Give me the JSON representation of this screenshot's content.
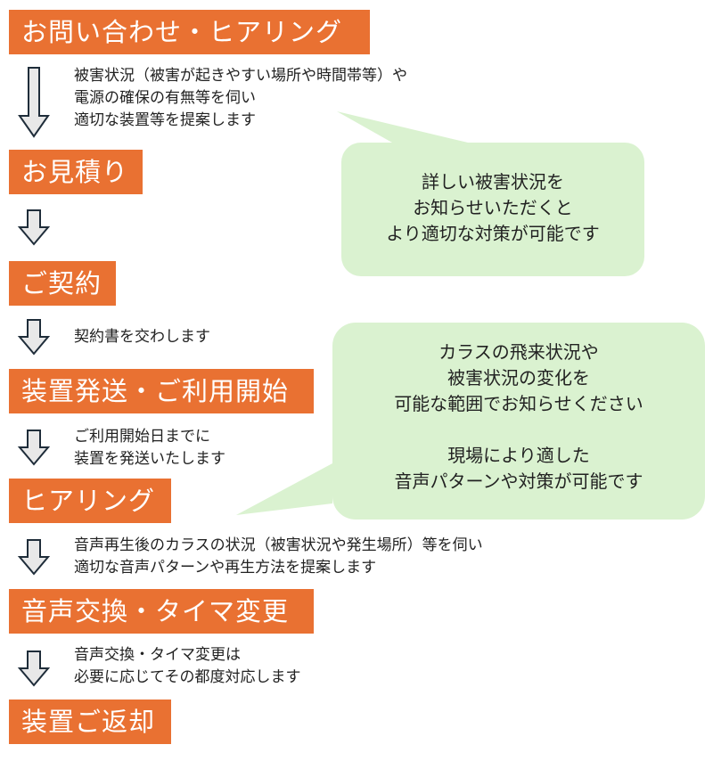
{
  "colors": {
    "step": "#e97132",
    "bubble": "#daf2d0",
    "arrow_stroke": "#1f2d3a",
    "arrow_fill": "#e8e8e8"
  },
  "steps": [
    {
      "label": "お問い合わせ・ヒアリング"
    },
    {
      "label": "お見積り"
    },
    {
      "label": "ご契約"
    },
    {
      "label": "装置発送・ご利用開始"
    },
    {
      "label": "ヒアリング"
    },
    {
      "label": "音声交換・タイマ変更"
    },
    {
      "label": "装置ご返却"
    }
  ],
  "descriptions": [
    {
      "lines": [
        "被害状況（被害が起きやすい場所や時間帯等）や",
        "電源の確保の有無等を伺い",
        "適切な装置等を提案します"
      ]
    },
    {
      "lines": [
        "契約書を交わします"
      ]
    },
    {
      "lines": [
        "ご利用開始日までに",
        "装置を発送いたします"
      ]
    },
    {
      "lines": [
        "音声再生後のカラスの状況（被害状況や発生場所）等を伺い",
        "適切な音声パターンや再生方法を提案します"
      ]
    },
    {
      "lines": [
        "音声交換・タイマ変更は",
        "必要に応じてその都度対応します"
      ]
    }
  ],
  "callouts": [
    {
      "lines": [
        "詳しい被害状況を",
        "お知らせいただくと",
        "より適切な対策が可能です"
      ]
    },
    {
      "lines": [
        "カラスの飛来状況や",
        "被害状況の変化を",
        "可能な範囲でお知らせください",
        "",
        "現場により適した",
        "音声パターンや対策が可能です"
      ]
    }
  ]
}
